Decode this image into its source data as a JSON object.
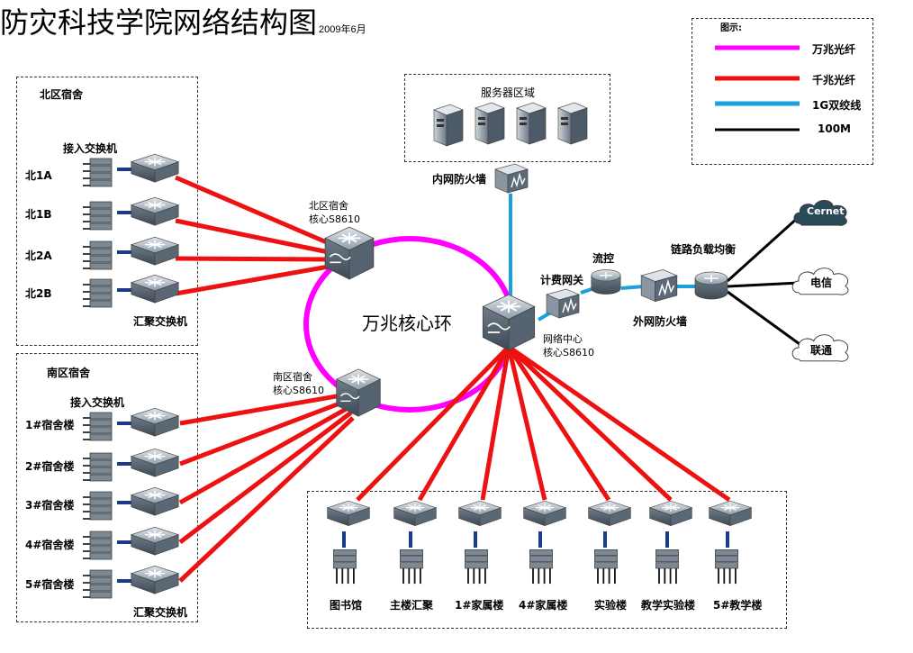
{
  "title": "防灾科技学院网络结构图",
  "date": "2009年6月",
  "legend": {
    "header": "图示:",
    "items": [
      {
        "label": "万兆光纤",
        "color": "#ff00ff"
      },
      {
        "label": "千兆光纤",
        "color": "#ee1111"
      },
      {
        "label": "1G双绞线",
        "color": "#1aa0dd"
      },
      {
        "label": "100M",
        "color": "#000000"
      }
    ]
  },
  "north": {
    "area": "北区宿舍",
    "access": "接入交换机",
    "aggregation": "汇聚交换机",
    "rows": [
      "北1A",
      "北1B",
      "北2A",
      "北2B"
    ]
  },
  "south": {
    "area": "南区宿舍",
    "access": "接入交换机",
    "aggregation": "汇聚交换机",
    "rows": [
      "1#宿舍楼",
      "2#宿舍楼",
      "3#宿舍楼",
      "4#宿舍楼",
      "5#宿舍楼"
    ]
  },
  "core": {
    "north_core_line1": "北区宿舍",
    "north_core_line2": "核心S8610",
    "south_core_line1": "南区宿舍",
    "south_core_line2": "核心S8610",
    "center_line1": "网络中心",
    "center_line2": "核心S8610",
    "ring": "万兆核心环"
  },
  "servers": {
    "area": "服务器区域",
    "firewall": "内网防火墙"
  },
  "edge": {
    "billing": "计费网关",
    "flow": "流控",
    "ext_firewall": "外网防火墙",
    "lb": "链路负载均衡",
    "clouds": [
      "Cernet",
      "电信",
      "联通"
    ]
  },
  "buildings": [
    "图书馆",
    "主楼汇聚",
    "1#家属楼",
    "4#家属楼",
    "实验楼",
    "教学实验楼",
    "5#教学楼"
  ],
  "colors": {
    "ring": "#ff00ff",
    "fiber": "#ee1111",
    "twisted": "#1aa0dd",
    "copper": "#000000",
    "device": "#9aa7b4",
    "cernet": "#2a4a5a"
  }
}
